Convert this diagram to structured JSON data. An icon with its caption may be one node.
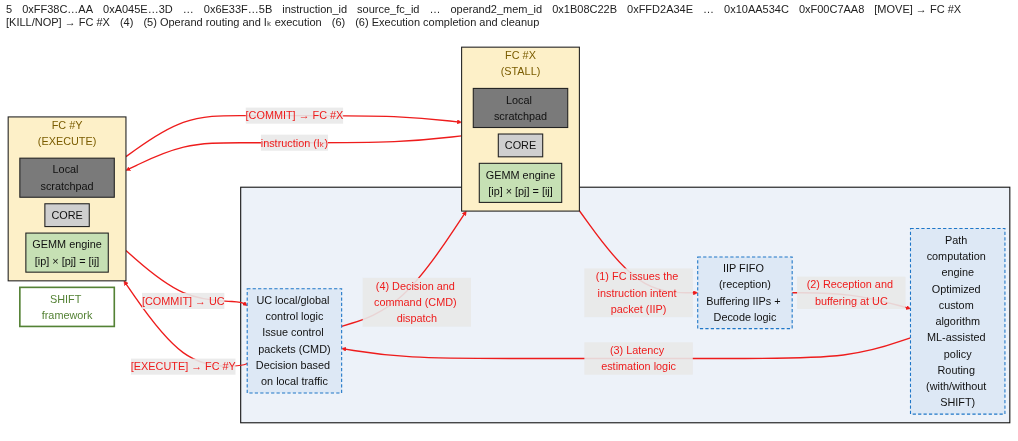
{
  "diagram": {
    "nodes": [
      {
        "text": [
          "FC #X",
          "(STALL)"
        ]
      },
      {
        "text": [
          "Local scratchpad"
        ],
        "in": 0
      },
      {
        "text": [
          "CORE"
        ],
        "in": 0
      },
      {
        "text": [
          "GEMM engine",
          "[ip] × [pj] = [ij]"
        ],
        "in": 0
      },
      {
        "text": [
          "FC #Y",
          "(EXECUTE)"
        ]
      },
      {
        "text": [
          "Local scratchpad"
        ],
        "in": 4
      },
      {
        "text": [
          "CORE"
        ],
        "in": 4
      },
      {
        "text": [
          "GEMM engine",
          "[ip] × [pj] = [ij]"
        ],
        "in": 4
      },
      {
        "text": [],
        "shape": "box"
      },
      {
        "text": [
          "IIP FIFO (reception)",
          "Buffering IIPs + Decode logic"
        ],
        "in": 8
      },
      {
        "text": [
          "Path computation engine",
          "Optimized custom algorithm",
          "ML-assisted policy",
          "Routing (with/without SHIFT)"
        ],
        "in": 8
      },
      {
        "text": [
          "UC local/global control logic",
          "Issue control packets (CMD)",
          "Decision based on local traffic"
        ],
        "in": 8
      },
      {
        "text": [
          "SHIFT framework"
        ]
      }
    ],
    "edges": [
      {
        "from": 0,
        "to": 9,
        "arrow": "to",
        "label": "(1) FC issues the instruction intent packet (IIP)"
      },
      {
        "from": 9,
        "to": 10,
        "arrow": "to",
        "label": "(2) Reception and buffering at UC"
      },
      {
        "from": 10,
        "to": 11,
        "arrow": "to",
        "label": "(3) Latency estimation logic"
      },
      {
        "from": 11,
        "to": 0,
        "arrow": "to",
        "label": "(4) Decision and command (CMD) dispatch"
      },
      {
        "from": 11,
        "to": 4,
        "arrow": "to",
        "label": "[EXECUTE] → FC #Y"
      },
      {
        "from": 4,
        "to": 11,
        "arrow": "to",
        "label": "[COMMIT] → UC"
      },
      {
        "from": 0,
        "to": 4,
        "arrow": "to",
        "label": "instruction (Iₖ)"
      },
      {
        "from": 4,
        "to": 0,
        "arrow": "to",
        "label": "[COMMIT] → FC #X"
      }
    ],
    "labels": [
      "5",
      "0xFF38C…AA",
      "0xA045E…3D",
      "…",
      "0x6E33F…5B",
      "instruction_id",
      "source_fc_id",
      "…",
      "operand2_mem_id",
      "0x1B08C22B",
      "0xFFD2A34E",
      "…",
      "0x10AA534C",
      "0xF00C7AA8",
      "[MOVE] → FC #X",
      "[KILL/NOP] → FC #X",
      "(4)",
      "(5) Operand routing and Iₖ execution",
      "(6)",
      "(6) Execution completion and cleanup"
    ]
  }
}
